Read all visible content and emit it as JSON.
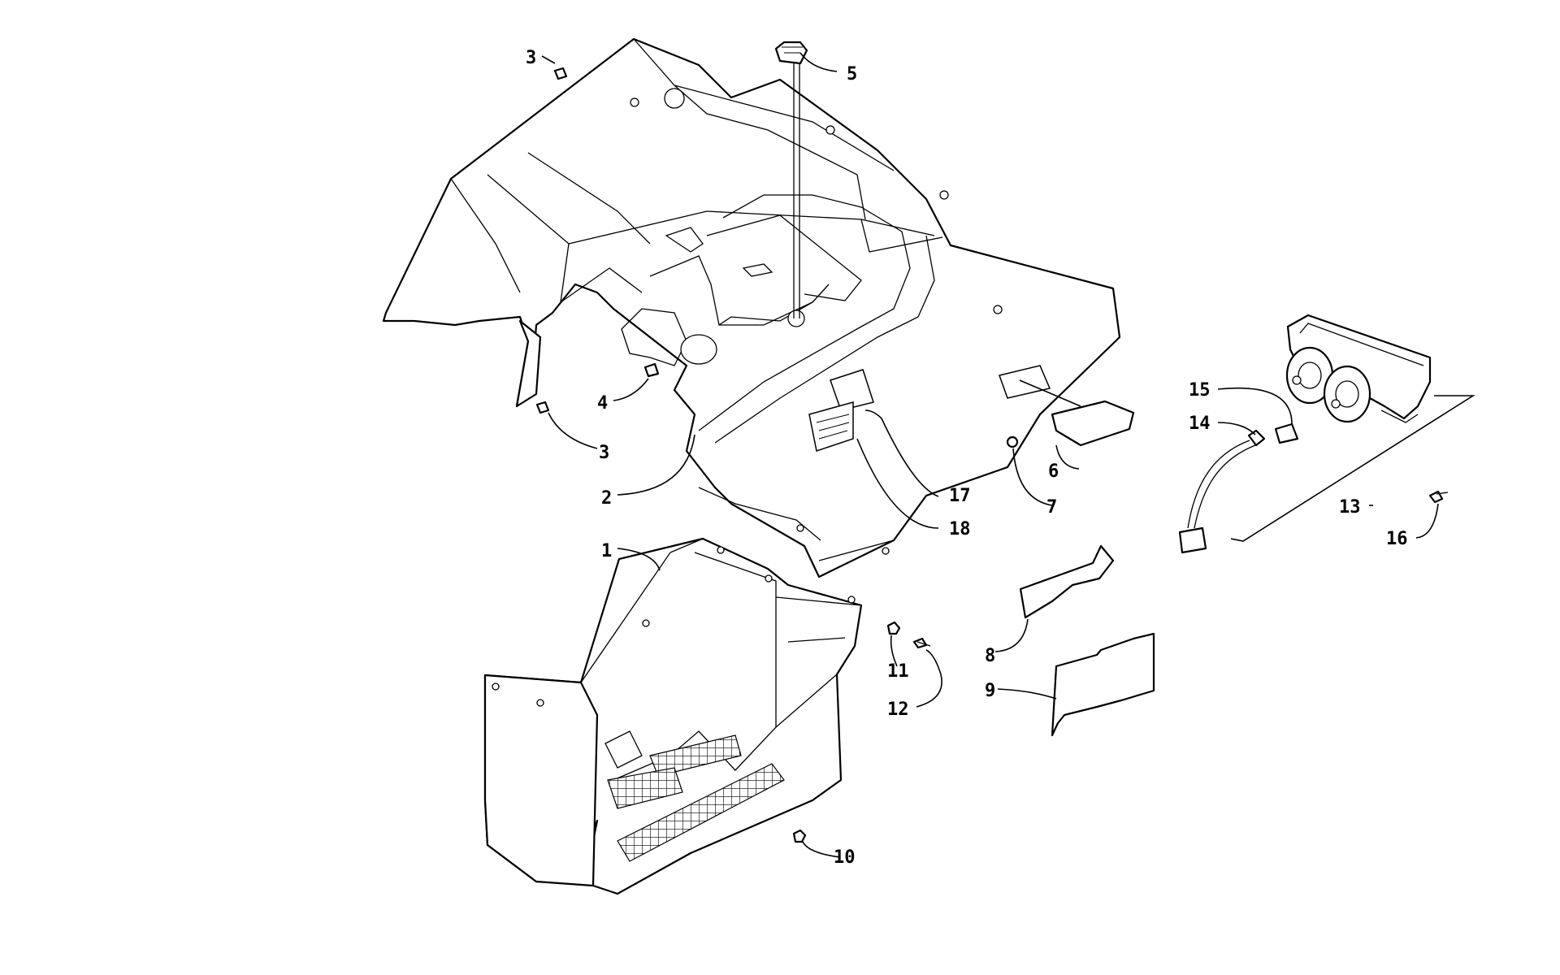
{
  "diagram": {
    "callouts": [
      "1",
      "2",
      "3",
      "3",
      "4",
      "5",
      "6",
      "7",
      "8",
      "9",
      "10",
      "11",
      "12",
      "13",
      "14",
      "15",
      "16",
      "17",
      "18"
    ]
  },
  "colors": {
    "line": "#000000",
    "background": "#ffffff"
  }
}
